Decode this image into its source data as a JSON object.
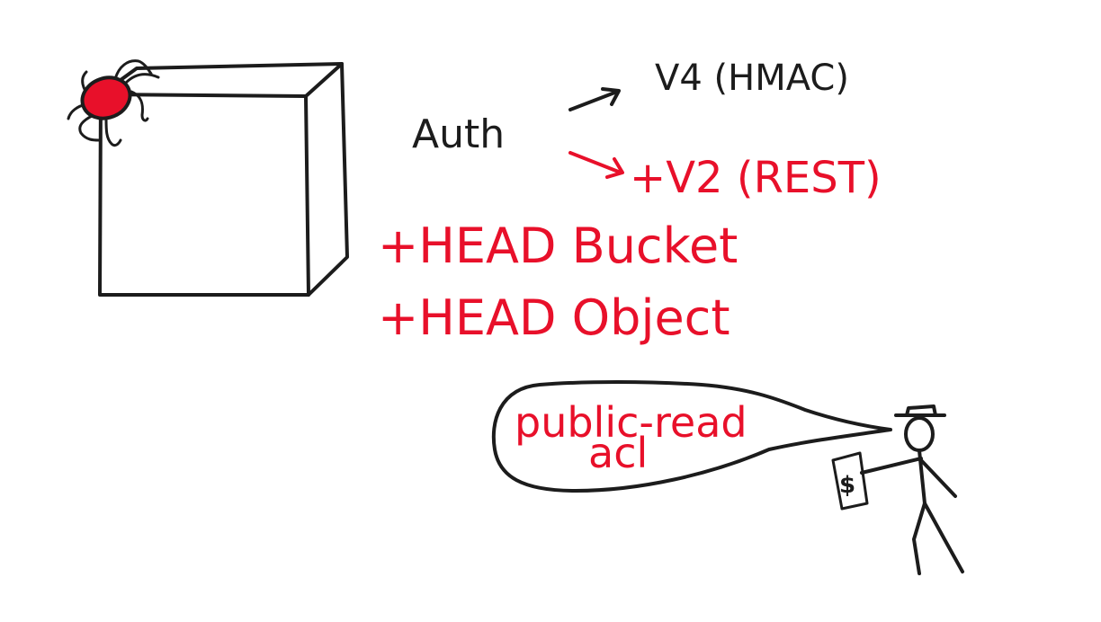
{
  "colors": {
    "ink": "#1c1c1c",
    "accent_red": "#e8102a",
    "background": "#ffffff"
  },
  "icons": {
    "box": "box-icon",
    "bug": "bug-icon",
    "person": "stick-figure-icon",
    "money": "dollar-note-icon"
  },
  "auth": {
    "label": "Auth",
    "v4": "V4 (HMAC)",
    "v2": "+V2 (REST)"
  },
  "head": {
    "bucket": "+HEAD Bucket",
    "object": "+HEAD Object"
  },
  "bubble": {
    "line1": "public-read",
    "line2": "acl"
  },
  "money_symbol": "$"
}
